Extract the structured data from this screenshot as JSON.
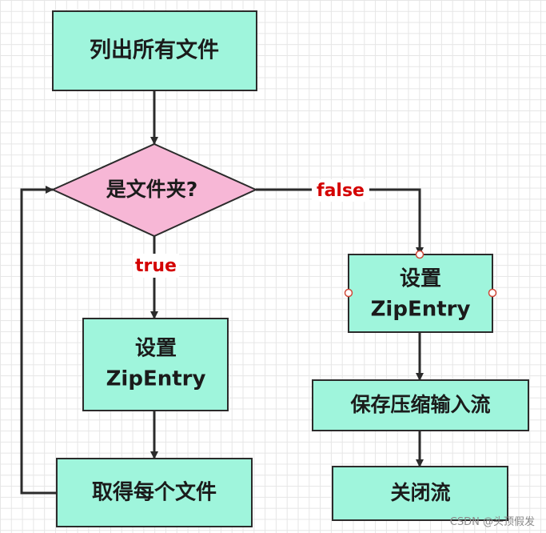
{
  "diagram": {
    "nodes": {
      "list_files": "列出所有文件",
      "is_folder": "是文件夹?",
      "set_entry_left_line1": "设置",
      "set_entry_left_line2": "ZipEntry",
      "get_each_file": "取得每个文件",
      "set_entry_right_line1": "设置",
      "set_entry_right_line2": "ZipEntry",
      "save_stream": "保存压缩输入流",
      "close_stream": "关闭流"
    },
    "edges": {
      "true_label": "true",
      "false_label": "false"
    }
  },
  "colors": {
    "process_fill": "#9ff5dc",
    "decision_fill": "#f7b7d6",
    "stroke": "#2b2b2b",
    "edge_label": "#d40000"
  },
  "watermark": "CSDN @头顶假发"
}
